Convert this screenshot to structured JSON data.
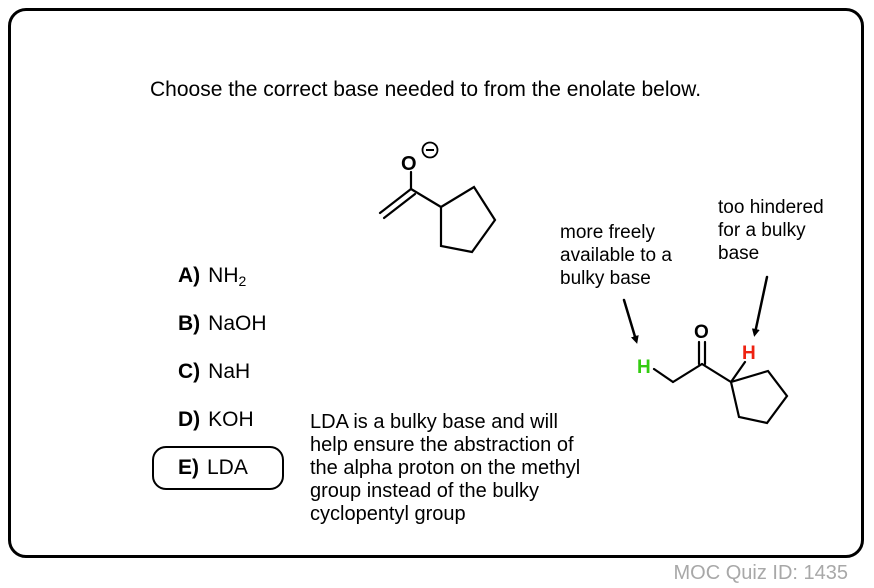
{
  "question": "Choose the correct base needed to from the enolate below.",
  "options": [
    {
      "letter": "A)",
      "text": "NH",
      "sub": "2"
    },
    {
      "letter": "B)",
      "text": "NaOH"
    },
    {
      "letter": "C)",
      "text": "NaH"
    },
    {
      "letter": "D)",
      "text": "KOH"
    },
    {
      "letter": "E)",
      "text": "LDA"
    }
  ],
  "selected_option": "E)",
  "explanation": [
    "LDA is a bulky base and will",
    "help ensure the abstraction of",
    "the alpha proton on the methyl",
    "group instead of the bulky",
    "cyclopentyl group"
  ],
  "notes": {
    "free": [
      "more freely",
      "available to a",
      "bulky base"
    ],
    "hindered": [
      "too hindered",
      "for a bulky",
      "base"
    ]
  },
  "atoms": {
    "enolate_oxygen": "O",
    "ketone_oxygen": "O",
    "methyl_h": "H",
    "ring_h": "H"
  },
  "colors": {
    "methyl_h": "#33cc11",
    "ring_h": "#ee2211",
    "footer": "#a8a8a8"
  },
  "footer": "MOC Quiz ID: 1435"
}
